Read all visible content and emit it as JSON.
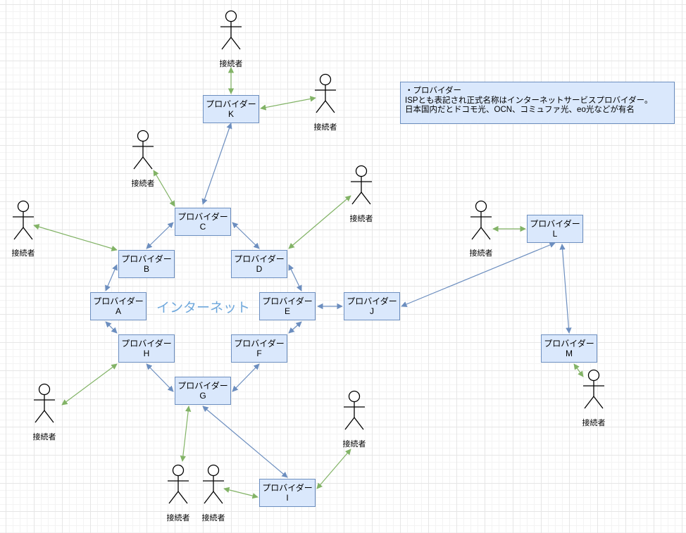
{
  "providers": [
    {
      "id": "A",
      "name": "プロバイダー",
      "letter": "A"
    },
    {
      "id": "B",
      "name": "プロバイダー",
      "letter": "B"
    },
    {
      "id": "C",
      "name": "プロバイダー",
      "letter": "C"
    },
    {
      "id": "D",
      "name": "プロバイダー",
      "letter": "D"
    },
    {
      "id": "E",
      "name": "プロバイダー",
      "letter": "E"
    },
    {
      "id": "F",
      "name": "プロバイダー",
      "letter": "F"
    },
    {
      "id": "G",
      "name": "プロバイダー",
      "letter": "G"
    },
    {
      "id": "H",
      "name": "プロバイダー",
      "letter": "H"
    },
    {
      "id": "I",
      "name": "プロバイダー",
      "letter": "I"
    },
    {
      "id": "J",
      "name": "プロバイダー",
      "letter": "J"
    },
    {
      "id": "K",
      "name": "プロバイダー",
      "letter": "K"
    },
    {
      "id": "L",
      "name": "プロバイダー",
      "letter": "L"
    },
    {
      "id": "M",
      "name": "プロバイダー",
      "letter": "M"
    }
  ],
  "actor_label": "接続者",
  "center_label": "インターネット",
  "note": {
    "line1": "・プロバイダー",
    "line2": "ISPとも表記され正式名称はインターネットサービスプロバイダー。",
    "line3": "日本国内だとドコモ光、OCN、コミュファ光、eo光などが有名"
  },
  "colors": {
    "node_fill": "#dae8fc",
    "node_stroke": "#6c8ebf",
    "provider_link": "#6c8ebf",
    "user_link": "#82b366",
    "center_label": "#6fa8dc"
  }
}
